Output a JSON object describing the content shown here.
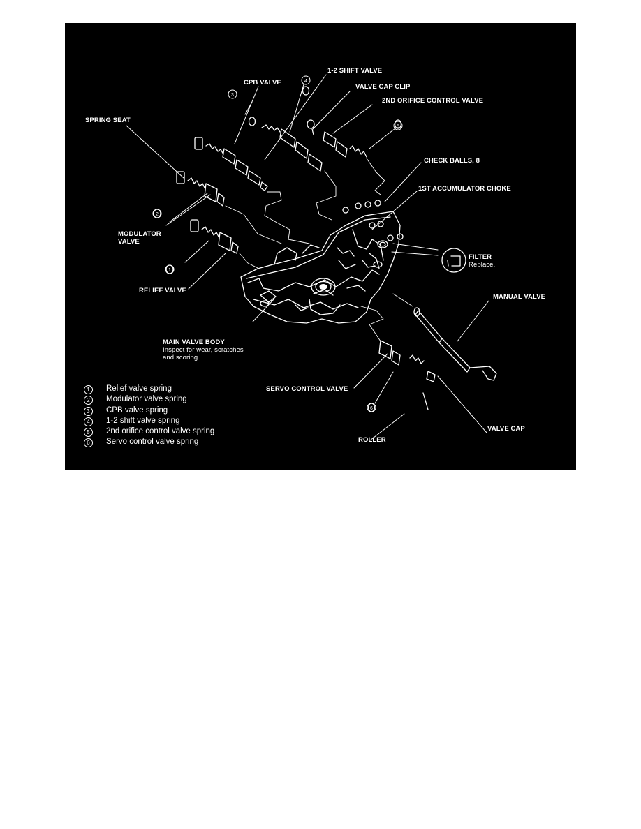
{
  "figure": {
    "colors": {
      "background": "#000000",
      "ink": "#ffffff",
      "page": "#ffffff"
    },
    "labels": {
      "shift_1_2": "1-2 SHIFT VALVE",
      "cpb_valve": "CPB VALVE",
      "valve_cap_clip": "VALVE CAP CLIP",
      "orifice_2nd": "2ND ORIFICE CONTROL VALVE",
      "spring_seat": "SPRING SEAT",
      "check_balls": "CHECK BALLS, 8",
      "accumulator_choke": "1ST ACCUMULATOR CHOKE",
      "modulator_valve_1": "MODULATOR",
      "modulator_valve_2": "VALVE",
      "filter": "FILTER",
      "filter_note": "Replace.",
      "relief_valve": "RELIEF VALVE",
      "manual_valve": "MANUAL VALVE",
      "main_valve_body": "MAIN VALVE BODY",
      "main_note_1": "Inspect for wear, scratches",
      "main_note_2": "and scoring.",
      "servo_control_valve": "SERVO CONTROL VALVE",
      "valve_cap": "VALVE CAP",
      "roller": "ROLLER"
    },
    "callouts": [
      "1",
      "2",
      "3",
      "4",
      "5",
      "6"
    ],
    "legend": [
      {
        "num": "1",
        "text": "Relief valve spring"
      },
      {
        "num": "2",
        "text": "Modulator valve spring"
      },
      {
        "num": "3",
        "text": "CPB valve spring"
      },
      {
        "num": "4",
        "text": "1-2 shift valve spring"
      },
      {
        "num": "5",
        "text": "2nd orifice control valve spring"
      },
      {
        "num": "6",
        "text": "Servo control valve spring"
      }
    ]
  }
}
